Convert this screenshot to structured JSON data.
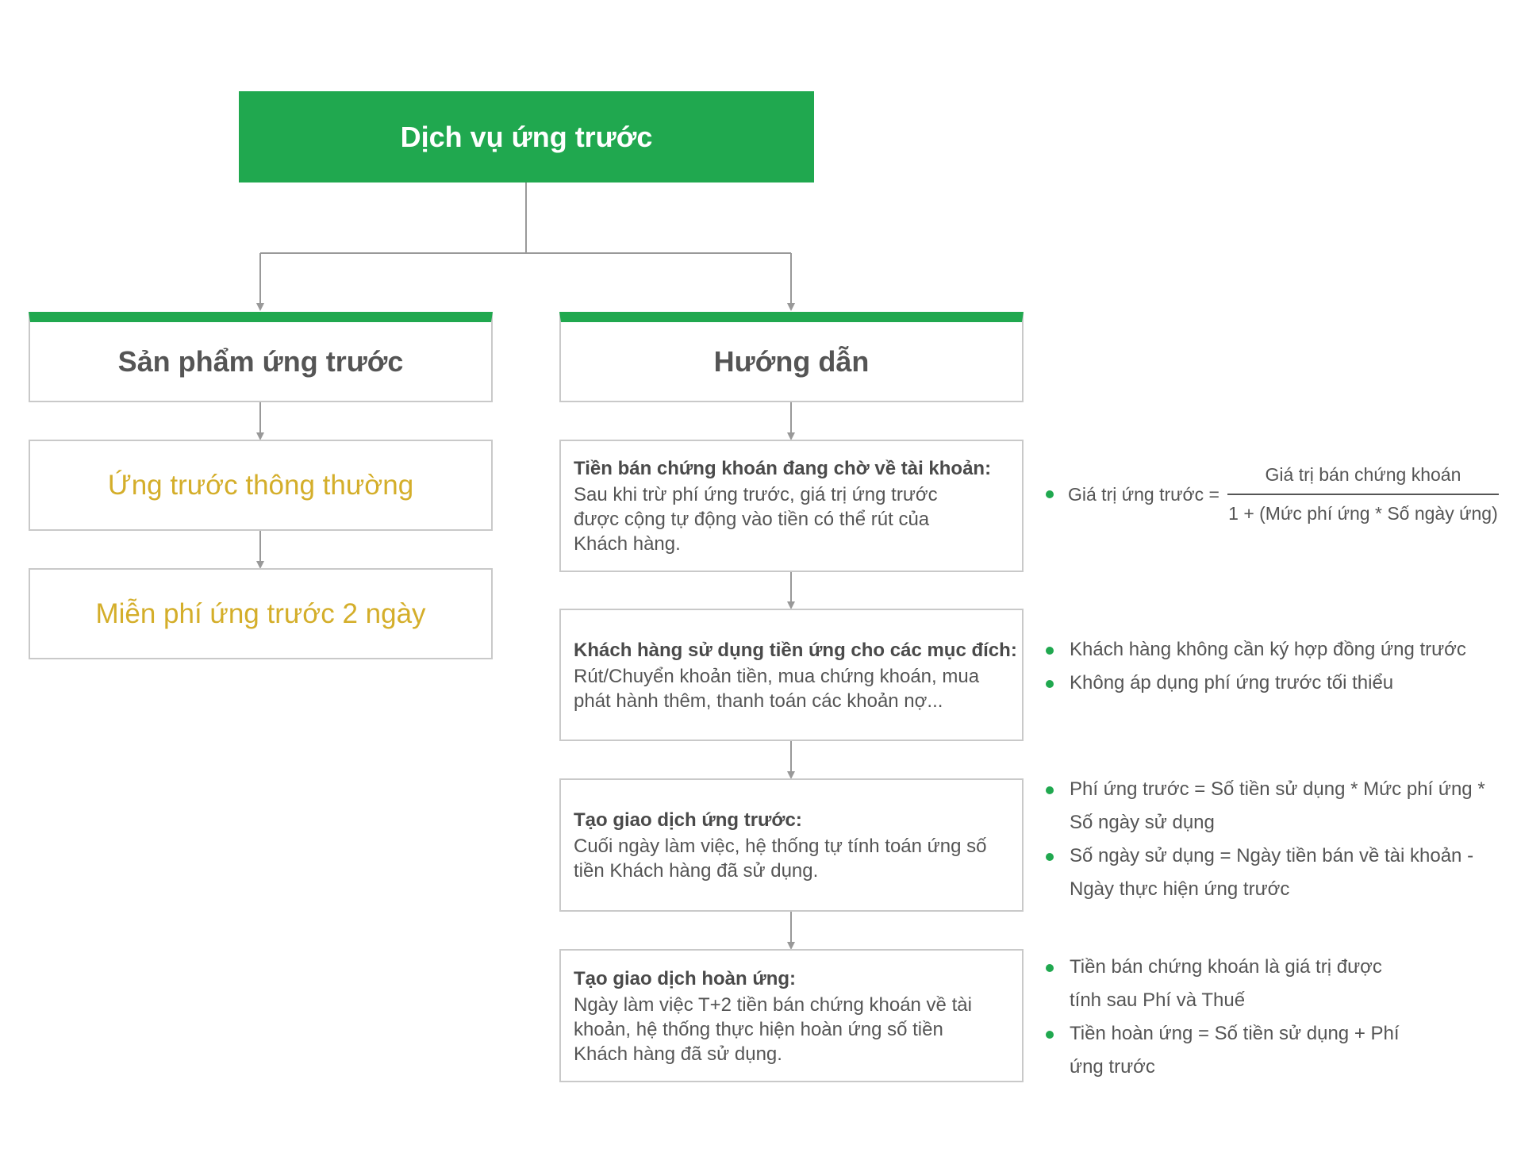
{
  "title": "Dịch vụ ứng trước",
  "left": {
    "header": "Sản phẩm ứng trước",
    "products": [
      "Ứng trước thông thường",
      "Miễn phí ứng trước 2 ngày"
    ]
  },
  "right": {
    "header": "Hướng dẫn",
    "steps": [
      {
        "title": "Tiền bán chứng khoán đang chờ về tài khoản:",
        "body": "Sau khi trừ phí ứng trước, giá trị ứng trước được cộng tự động vào tiền có thể rút của Khách hàng."
      },
      {
        "title": "Khách hàng sử dụng tiền ứng cho các mục đích:",
        "body": "Rút/Chuyển khoản tiền, mua chứng khoán, mua phát hành thêm, thanh toán các khoản nợ..."
      },
      {
        "title": "Tạo giao dịch ứng trước:",
        "body": "Cuối ngày làm việc, hệ thống tự tính toán ứng số tiền Khách hàng đã sử dụng."
      },
      {
        "title": "Tạo giao dịch hoàn ứng:",
        "body": "Ngày làm việc T+2 tiền bán chứng khoán về tài khoản, hệ thống thực hiện hoàn ứng số tiền Khách hàng đã sử dụng."
      }
    ]
  },
  "notes": {
    "formula": {
      "label": "Giá trị ứng trước =",
      "numerator": "Giá trị bán chứng khoán",
      "denominator": "1 + (Mức phí ứng * Số ngày ứng)"
    },
    "group2": [
      "Khách hàng không cần ký hợp đồng ứng trước",
      "Không áp dụng phí ứng trước tối thiểu"
    ],
    "group3": [
      "Phí ứng trước = Số tiền sử dụng * Mức phí ứng * Số ngày sử dụng",
      "Số ngày sử dụng = Ngày tiền bán về tài khoản - Ngày thực hiện ứng trước"
    ],
    "group4": [
      "Tiền bán chứng khoán là giá trị được tính sau Phí và Thuế",
      "Tiền hoàn ứng = Số tiền sử dụng + Phí ứng trước"
    ]
  },
  "colors": {
    "accent_green": "#20a84f",
    "product_gold": "#d4ae2a",
    "border_gray": "#c9c9c9",
    "text_gray": "#555555",
    "connector_gray": "#999999"
  }
}
